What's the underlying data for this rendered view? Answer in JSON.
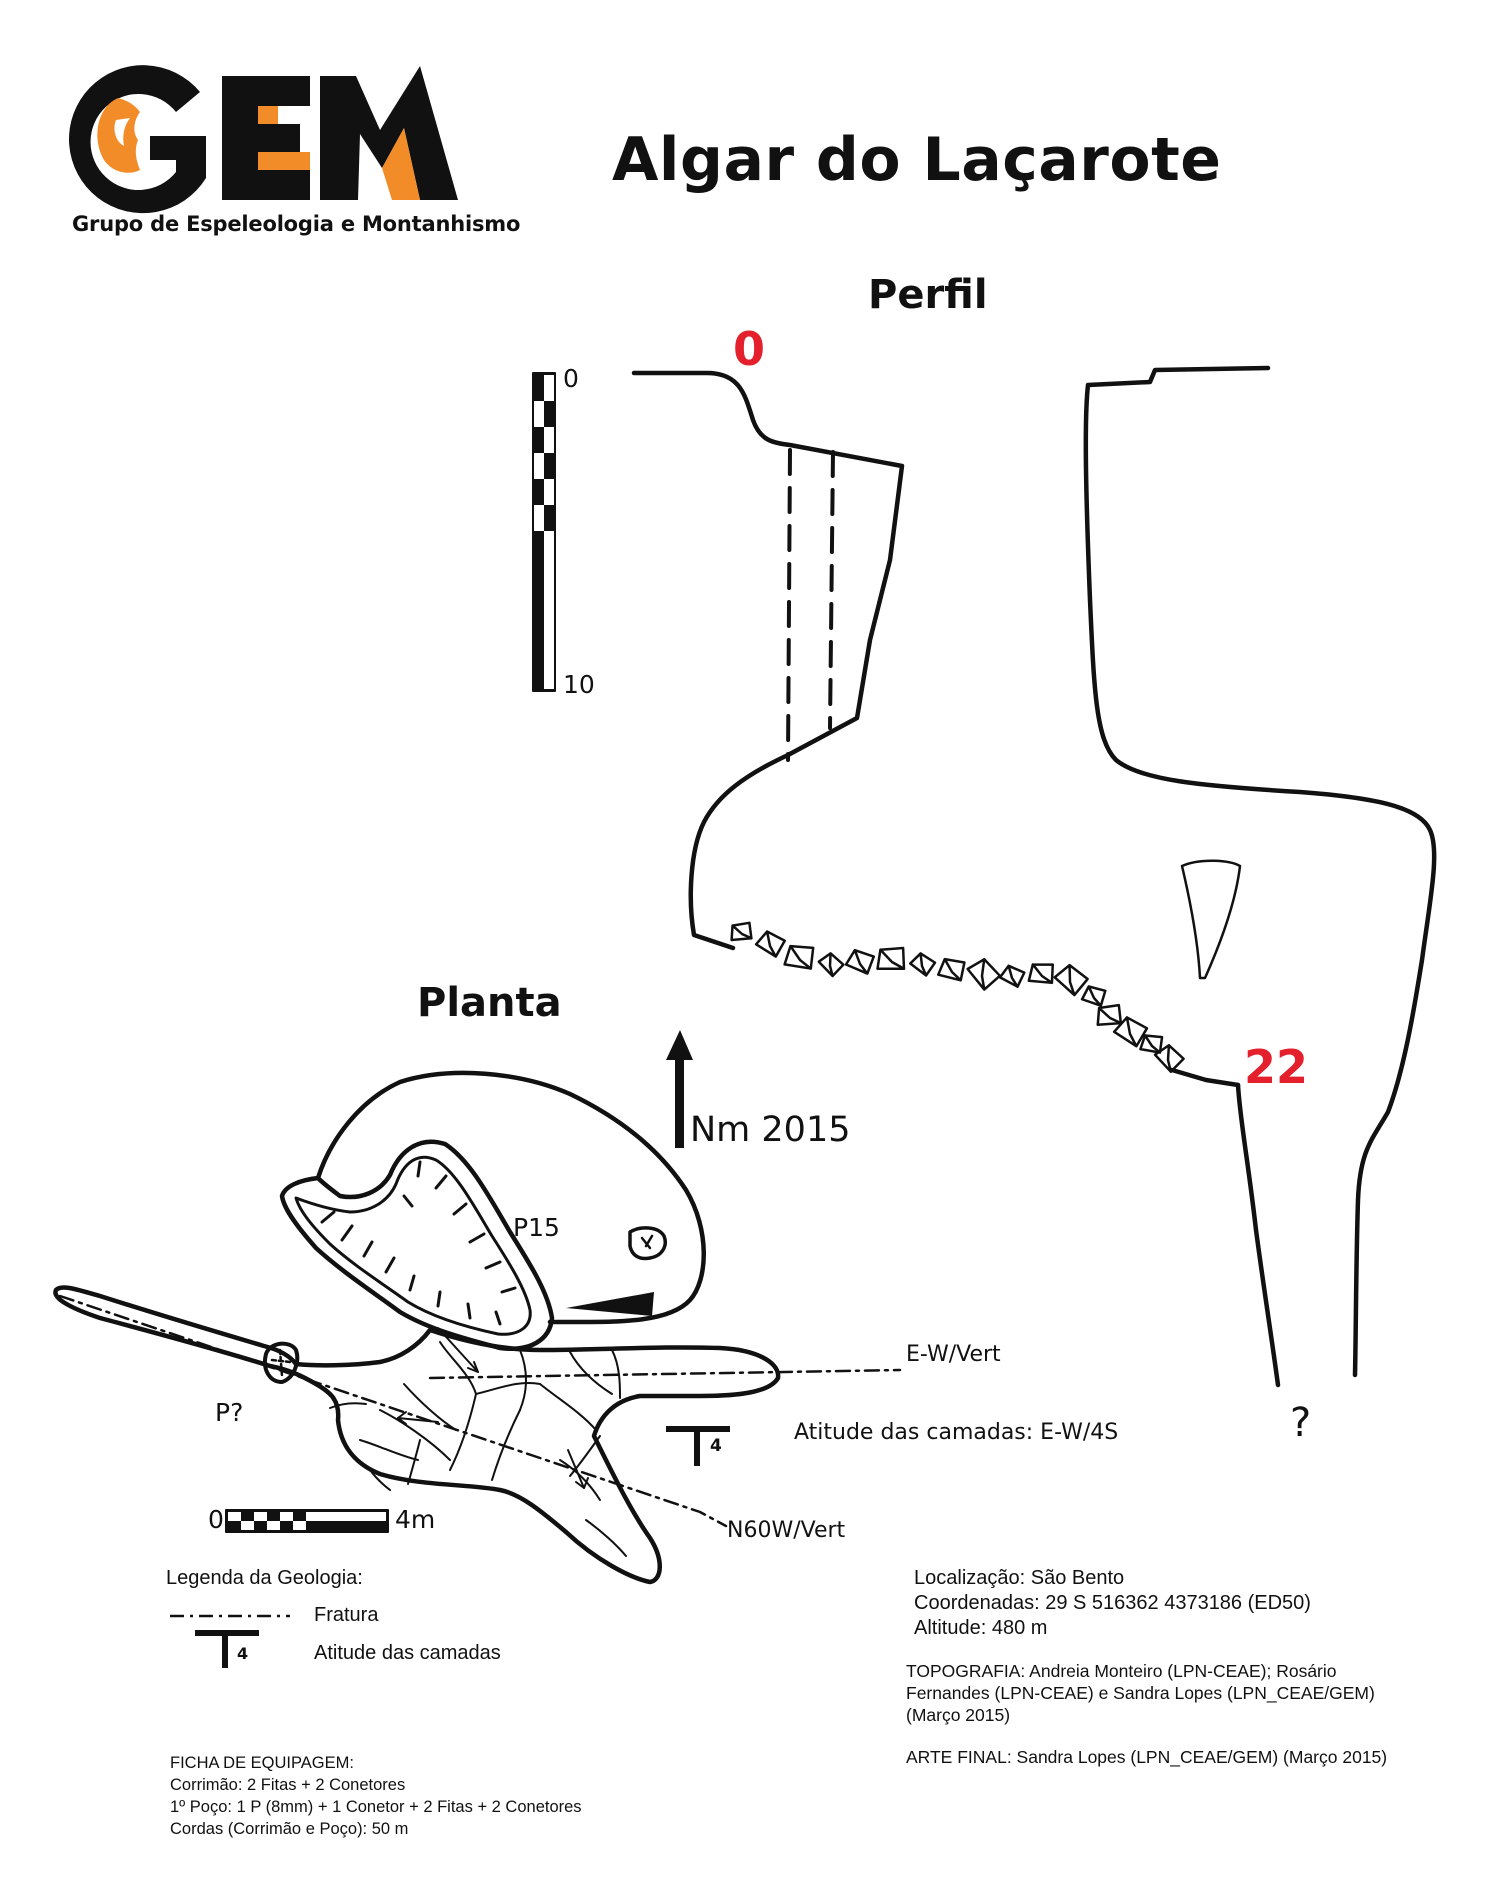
{
  "logo": {
    "letters": "GEM",
    "subtitle": "Grupo de Espeleologia e Montanhismo",
    "brand_colors": {
      "orange": "#f28c28",
      "black": "#111111"
    }
  },
  "title": "Algar do Laçarote",
  "profile": {
    "heading": "Perfil",
    "depth_top": "0",
    "depth_bottom": "22",
    "unknown_mark": "?",
    "scale": {
      "top_label": "0",
      "bottom_label": "10"
    }
  },
  "plan": {
    "heading": "Planta",
    "north": {
      "label": "Nm 2015",
      "icon": "north-arrow-icon"
    },
    "shaft_label": "P15",
    "possible_shaft_label": "P?",
    "fracture_ew": "E-W/Vert",
    "fracture_n60w": "N60W/Vert",
    "bedding_value": "4",
    "bedding_text": "Atitude das camadas: E-W/4S",
    "scale": {
      "start": "0",
      "end": "4m"
    }
  },
  "legend": {
    "title": "Legenda da Geologia:",
    "fracture": "Fratura",
    "bedding": "Atitude das camadas",
    "bedding_value": "4"
  },
  "location": {
    "place": "Localização: São Bento",
    "coords": "Coordenadas: 29 S 516362 4373186 (ED50)",
    "altitude": "Altitude: 480 m"
  },
  "credits": {
    "topography_1": "TOPOGRAFIA: Andreia Monteiro (LPN-CEAE); Rosário",
    "topography_2": "Fernandes (LPN-CEAE) e Sandra Lopes (LPN_CEAE/GEM)",
    "topography_3": "(Março 2015)",
    "art": "ARTE FINAL: Sandra Lopes (LPN_CEAE/GEM) (Março 2015)"
  },
  "equipment": {
    "title": "FICHA DE EQUIPAGEM:",
    "line1": "Corrimão: 2 Fitas + 2 Conetores",
    "line2": "1º Poço: 1 P (8mm) + 1 Conetor + 2 Fitas + 2 Conetores",
    "line3": "Cordas (Corrimão e Poço): 50 m"
  }
}
